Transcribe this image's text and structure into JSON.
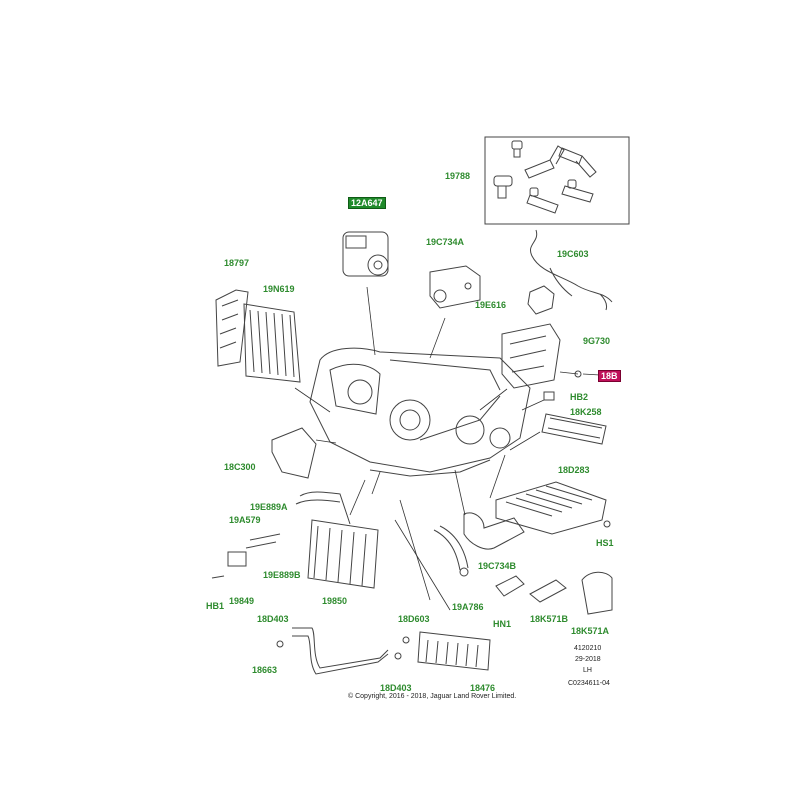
{
  "callouts": {
    "c19788": "19788",
    "c12A647": "12A647",
    "c19C734A": "19C734A",
    "c19C603": "19C603",
    "c18797": "18797",
    "c19N619": "19N619",
    "c19E616": "19E616",
    "c9G730": "9G730",
    "c18B": "18B",
    "cHB2": "HB2",
    "c18K258": "18K258",
    "c18C300": "18C300",
    "c18D283": "18D283",
    "c19E889A": "19E889A",
    "c19A579": "19A579",
    "cHS1": "HS1",
    "c19E889B": "19E889B",
    "c19C734B": "19C734B",
    "cHB1": "HB1",
    "c19849": "19849",
    "c19850": "19850",
    "c19A786": "19A786",
    "cHN1": "HN1",
    "c18K571B": "18K571B",
    "c18K571A": "18K571A",
    "c18D403a": "18D403",
    "c18D603": "18D603",
    "c18663": "18663",
    "c18D403b": "18D403",
    "c18476": "18476"
  },
  "info": {
    "line1": "4120210",
    "line2": "29-2018",
    "line3": "LH",
    "line4": "C0234611-04"
  },
  "copyright": "© Copyright, 2016 - 2018, Jaguar Land Rover Limited.",
  "colors": {
    "callout": "#2e8b2e",
    "box": "#1f8a2a",
    "highlight": "#c0105a",
    "line": "#333333"
  }
}
